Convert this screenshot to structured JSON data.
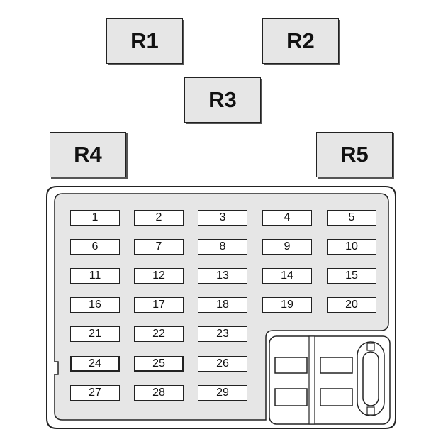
{
  "relays": [
    {
      "id": "r1",
      "label": "R1"
    },
    {
      "id": "r2",
      "label": "R2"
    },
    {
      "id": "r3",
      "label": "R3"
    },
    {
      "id": "r4",
      "label": "R4"
    },
    {
      "id": "r5",
      "label": "R5"
    }
  ],
  "fuses": [
    "1",
    "2",
    "3",
    "4",
    "5",
    "6",
    "7",
    "8",
    "9",
    "10",
    "11",
    "12",
    "13",
    "14",
    "15",
    "16",
    "17",
    "18",
    "19",
    "20",
    "21",
    "22",
    "23",
    "24",
    "25",
    "26",
    "27",
    "28",
    "29"
  ],
  "colors": {
    "relay_fill": "#e6e6e6",
    "panel_fill": "#e6e6e6",
    "fuse_fill": "#ffffff",
    "outline": "#222222"
  }
}
